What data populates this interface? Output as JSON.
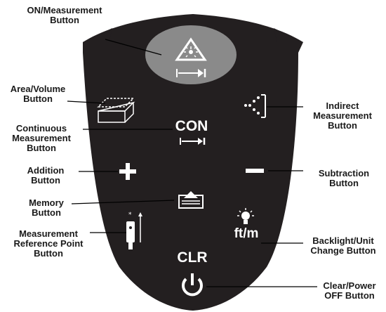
{
  "callouts": {
    "on_measurement": "ON/Measurement\nButton",
    "area_volume": "Area/Volume\nButton",
    "continuous": "Continuous\nMeasurement\nButton",
    "addition": "Addition\nButton",
    "memory": "Memory\nButton",
    "reference_point": "Measurement\nReference Point\nButton",
    "indirect": "Indirect\nMeasurement\nButton",
    "subtraction": "Subtraction\nButton",
    "backlight_unit": "Backlight/Unit\nChange Button",
    "clear_power": "Clear/Power\nOFF Button"
  },
  "keys": {
    "con": "CON",
    "ftm": "ft/m",
    "clr": "CLR"
  },
  "colors": {
    "panel": "#231f20",
    "on_button": "#8a8a8a",
    "key_glyph": "#ffffff",
    "leader": "#000000"
  }
}
